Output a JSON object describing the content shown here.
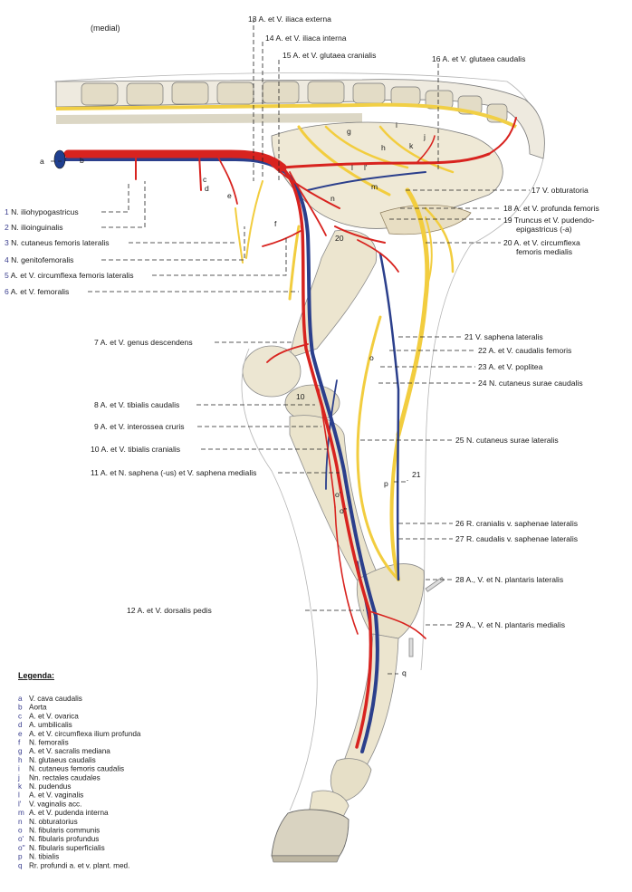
{
  "header": {
    "view": "(medial)"
  },
  "left_labels": [
    {
      "num": "1",
      "text": "N. iliohypogastricus"
    },
    {
      "num": "2",
      "text": "N. ilioinguinalis"
    },
    {
      "num": "3",
      "text": "N. cutaneus femoris lateralis"
    },
    {
      "num": "4",
      "text": "N. genitofemoralis"
    },
    {
      "num": "5",
      "text": "A. et V. circumflexa femoris lateralis"
    },
    {
      "num": "6",
      "text": "A. et V. femoralis"
    },
    {
      "num": "7",
      "text": "A. et V. genus descendens"
    },
    {
      "num": "8",
      "text": "A. et V. tibialis caudalis"
    },
    {
      "num": "9",
      "text": "A. et V. interossea cruris"
    },
    {
      "num": "10",
      "text": "A. et V. tibialis cranialis"
    },
    {
      "num": "11",
      "text": "A. et N. saphena (-us) et V. saphena medialis"
    },
    {
      "num": "12",
      "text": "A. et V. dorsalis pedis"
    }
  ],
  "top_labels": [
    {
      "num": "13",
      "text": "A. et V. iliaca externa"
    },
    {
      "num": "14",
      "text": "A. et V. iliaca interna"
    },
    {
      "num": "15",
      "text": "A. et V. glutaea cranialis"
    },
    {
      "num": "16",
      "text": "A. et V. glutaea caudalis"
    }
  ],
  "right_labels": [
    {
      "num": "17",
      "text": "V. obturatoria"
    },
    {
      "num": "18",
      "text": "A. et V. profunda femoris"
    },
    {
      "num": "19",
      "text": "Truncus et V. pudendo-",
      "text2": "epigastricus (-a)"
    },
    {
      "num": "20",
      "text": "A. et V. circumflexa",
      "text2": "femoris medialis"
    },
    {
      "num": "21",
      "text": "V. saphena lateralis"
    },
    {
      "num": "22",
      "text": "A. et V. caudalis femoris"
    },
    {
      "num": "23",
      "text": "A. et V. poplitea"
    },
    {
      "num": "24",
      "text": "N. cutaneus surae caudalis"
    },
    {
      "num": "25",
      "text": "N. cutaneus surae lateralis"
    },
    {
      "num": "26",
      "text": "R. cranialis v. saphenae lateralis"
    },
    {
      "num": "27",
      "text": "R. caudalis v. saphenae lateralis"
    },
    {
      "num": "28",
      "text": "A., V. et N. plantaris lateralis"
    },
    {
      "num": "29",
      "text": "A., V. et N. plantaris medialis"
    }
  ],
  "figure_letters": [
    "a",
    "b",
    "c",
    "d",
    "e",
    "f",
    "g",
    "h",
    "i",
    "j",
    "k",
    "l",
    "l'",
    "m",
    "n",
    "o",
    "o'",
    "o''",
    "p",
    "q"
  ],
  "figure_numbers": [
    "20",
    "21",
    "10"
  ],
  "legend": {
    "title": "Legenda:",
    "items": [
      {
        "key": "a",
        "text": "V. cava caudalis"
      },
      {
        "key": "b",
        "text": "Aorta"
      },
      {
        "key": "c",
        "text": "A. et V. ovarica"
      },
      {
        "key": "d",
        "text": "A. umbilicalis"
      },
      {
        "key": "e",
        "text": "A. et V. circumflexa ilium profunda"
      },
      {
        "key": "f",
        "text": "N. femoralis"
      },
      {
        "key": "g",
        "text": "A. et V. sacralis mediana"
      },
      {
        "key": "h",
        "text": "N. glutaeus caudalis"
      },
      {
        "key": "i",
        "text": "N. cutaneus femoris caudalis"
      },
      {
        "key": "j",
        "text": "Nn. rectales caudales"
      },
      {
        "key": "k",
        "text": "N. pudendus"
      },
      {
        "key": "l",
        "text": "A. et V. vaginalis"
      },
      {
        "key": "l'",
        "text": "V. vaginalis acc."
      },
      {
        "key": "m",
        "text": "A. et V. pudenda interna"
      },
      {
        "key": "n",
        "text": "N. obturatorius"
      },
      {
        "key": "o",
        "text": "N. fibularis communis"
      },
      {
        "key": "o'",
        "text": "N. fibularis profundus"
      },
      {
        "key": "o''",
        "text": "N. fibularis superficialis"
      },
      {
        "key": "p",
        "text": "N. tibialis"
      },
      {
        "key": "q",
        "text": "Rr. profundi a. et v. plant. med."
      }
    ]
  },
  "colors": {
    "artery": "#d8231f",
    "vein": "#2b3f8c",
    "nerve": "#f3d24a",
    "bone": "#e9e4d4",
    "outline": "#8a8a8a"
  }
}
